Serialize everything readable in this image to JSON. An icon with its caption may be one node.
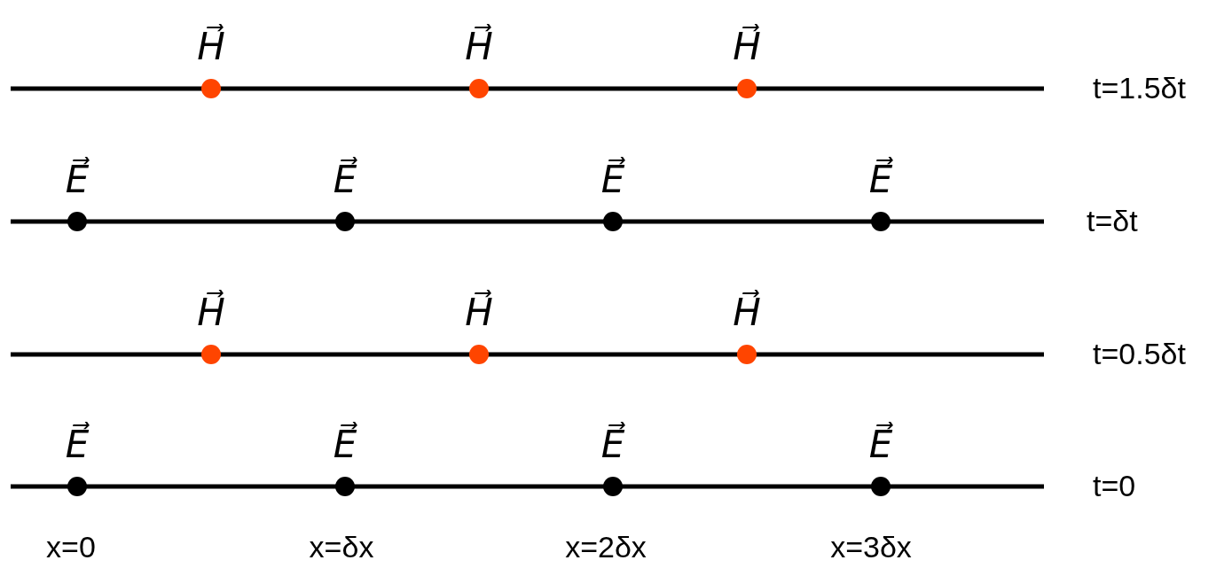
{
  "diagram": {
    "labels": [
      "H⃗",
      "H⃗",
      "H⃗",
      "t=1.5δt",
      "E⃗",
      "E⃗",
      "E⃗",
      "E⃗",
      "t=δt",
      "H⃗",
      "H⃗",
      "H⃗",
      "t=0.5δt",
      "E⃗",
      "E⃗",
      "E⃗",
      "E⃗",
      "t=0",
      "x=0",
      "x=δx",
      "x=2δx",
      "x=3δx"
    ]
  }
}
